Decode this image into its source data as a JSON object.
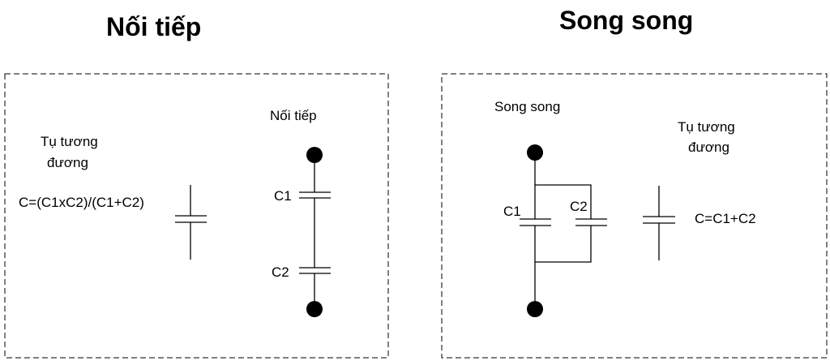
{
  "series": {
    "heading": "Nối tiếp",
    "circuit_label": "Nối tiếp",
    "equivalent_label_line1": "Tụ tương",
    "equivalent_label_line2": "đương",
    "formula": "C=(C1xC2)/(C1+C2)",
    "c1_label": "C1",
    "c2_label": "C2"
  },
  "parallel": {
    "heading": "Song song",
    "circuit_label": "Song song",
    "equivalent_label_line1": "Tụ tương",
    "equivalent_label_line2": "đương",
    "formula": "C=C1+C2",
    "c1_label": "C1",
    "c2_label": "C2"
  }
}
